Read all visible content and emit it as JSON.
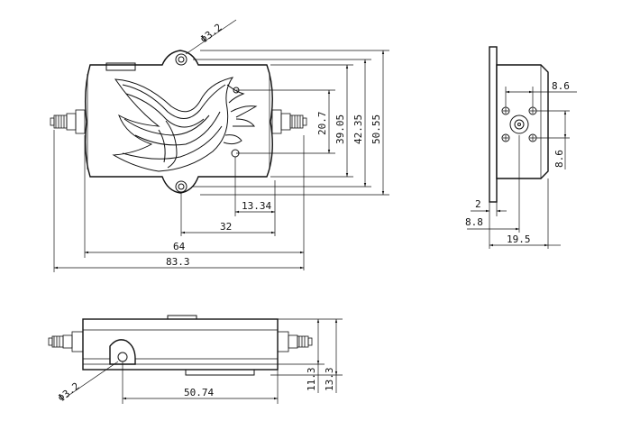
{
  "front_view": {
    "hole_dia": "Φ3.2",
    "dims": {
      "height_inner": "20.7",
      "height_mid": "39.05",
      "height_outer1": "42.35",
      "height_outer2": "50.55",
      "hole_offset": "13.34",
      "hole_span": "32",
      "body_width": "64",
      "overall_width": "83.3"
    }
  },
  "side_view": {
    "dims": {
      "conn_spacing_h": "8.6",
      "conn_spacing_v": "8.6",
      "flange_thk": "2",
      "conn_offset": "8.8",
      "depth": "19.5"
    }
  },
  "bottom_view": {
    "hole_dia": "Φ3.2",
    "dims": {
      "hole_to_end": "50.74",
      "height_inner": "11.3",
      "height_outer": "13.3"
    }
  }
}
